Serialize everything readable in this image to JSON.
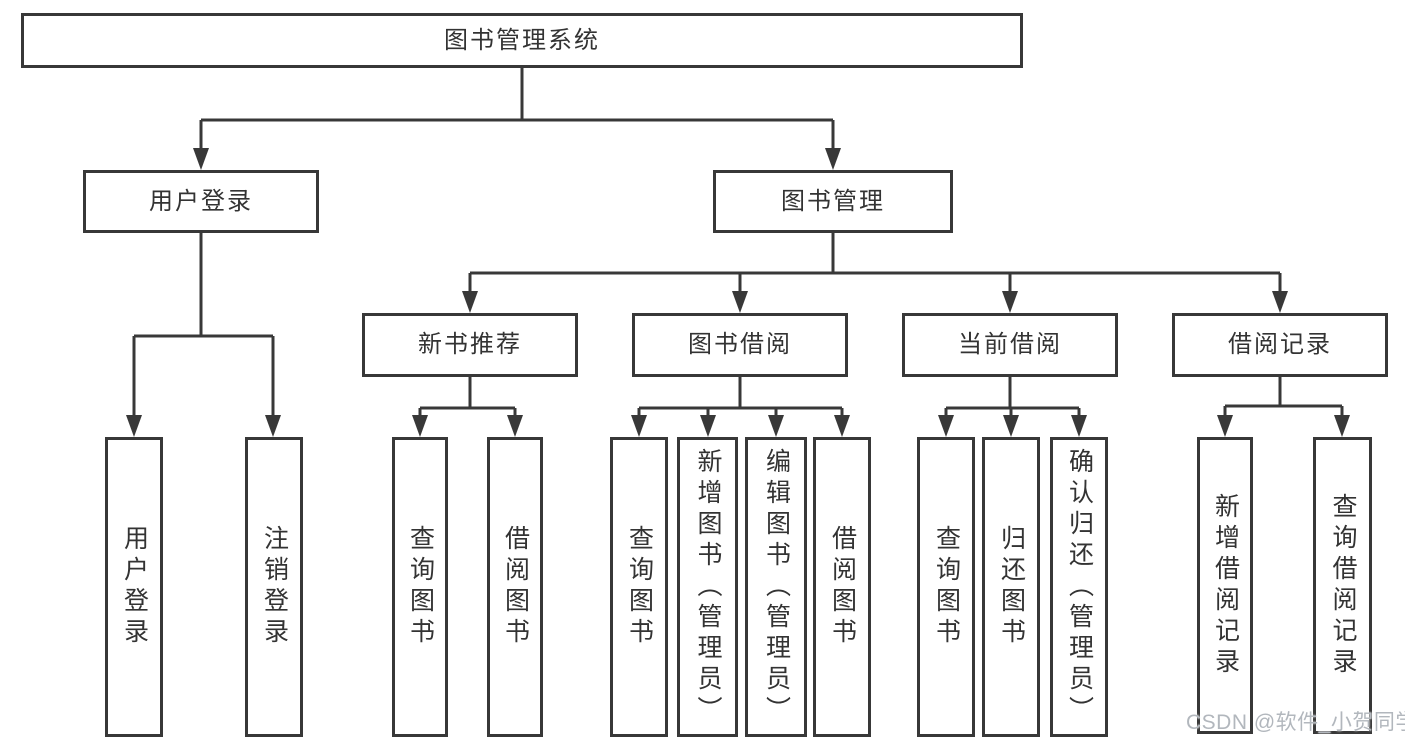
{
  "tree": {
    "root": {
      "label": "图书管理系统"
    },
    "level2": [
      {
        "label": "用户登录"
      },
      {
        "label": "图书管理"
      }
    ],
    "level3": [
      {
        "label": "新书推荐",
        "parent": "图书管理"
      },
      {
        "label": "图书借阅",
        "parent": "图书管理"
      },
      {
        "label": "当前借阅",
        "parent": "图书管理"
      },
      {
        "label": "借阅记录",
        "parent": "图书管理"
      }
    ],
    "leaves": [
      {
        "label": "用户登录",
        "parent": "用户登录"
      },
      {
        "label": "注销登录",
        "parent": "用户登录"
      },
      {
        "label": "查询图书",
        "parent": "新书推荐"
      },
      {
        "label": "借阅图书",
        "parent": "新书推荐"
      },
      {
        "label": "查询图书",
        "parent": "图书借阅"
      },
      {
        "label": "新增图书（管理员）",
        "parent": "图书借阅"
      },
      {
        "label": "编辑图书（管理员）",
        "parent": "图书借阅"
      },
      {
        "label": "借阅图书",
        "parent": "图书借阅"
      },
      {
        "label": "查询图书",
        "parent": "当前借阅"
      },
      {
        "label": "归还图书",
        "parent": "当前借阅"
      },
      {
        "label": "确认归还（管理员）",
        "parent": "当前借阅"
      },
      {
        "label": "新增借阅记录",
        "parent": "借阅记录"
      },
      {
        "label": "查询借阅记录",
        "parent": "借阅记录"
      }
    ]
  },
  "watermark": {
    "text": "CSDN @软件_小贺同学"
  },
  "colors": {
    "line": "#383838",
    "border": "#383838",
    "text": "#333333",
    "background": "#ffffff",
    "watermark": "#b2b7bd"
  }
}
